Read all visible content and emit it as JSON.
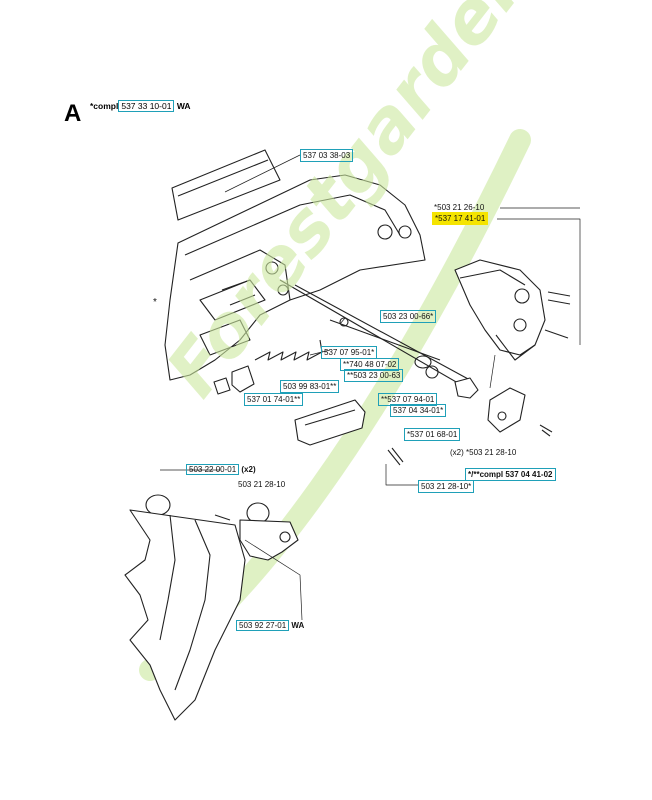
{
  "section_letter": "A",
  "header": {
    "prefix": "*compl",
    "part": "537 33 10-01",
    "suffix": "WA"
  },
  "labels": {
    "cover_window": "537 03 38-03",
    "top_screw": "*503 21 26-10",
    "highlighted_part": "*537 17 41-01",
    "asterisk_main": "*",
    "washer": "503 23 00-66*",
    "spring": "537 07 95-01*",
    "oring": "**740 48 07-02",
    "washer2": "**503 23 00-63",
    "spacer": "503 99 83-01**",
    "slider": "537 01 74-01**",
    "plate1": "**537 07 94-01",
    "plate2": "537 04 34-01*",
    "nut": "*537 01 68-01",
    "screw_x2": "(x2) *503 21 28-10",
    "compl2": "*/**compl 537 04 41-02",
    "screw_bottom": "503 21 28-10*",
    "bumper": "503 22 00-01",
    "bumper_qty": "(x2)",
    "bumper_screw": "503 21 28-10",
    "spike": "503 92 27-01",
    "spike_suffix": "WA"
  },
  "watermark": {
    "text": "Forestgarden.com",
    "colors": [
      "#b9e07a",
      "#f2b04c",
      "#c9c3b8"
    ]
  }
}
